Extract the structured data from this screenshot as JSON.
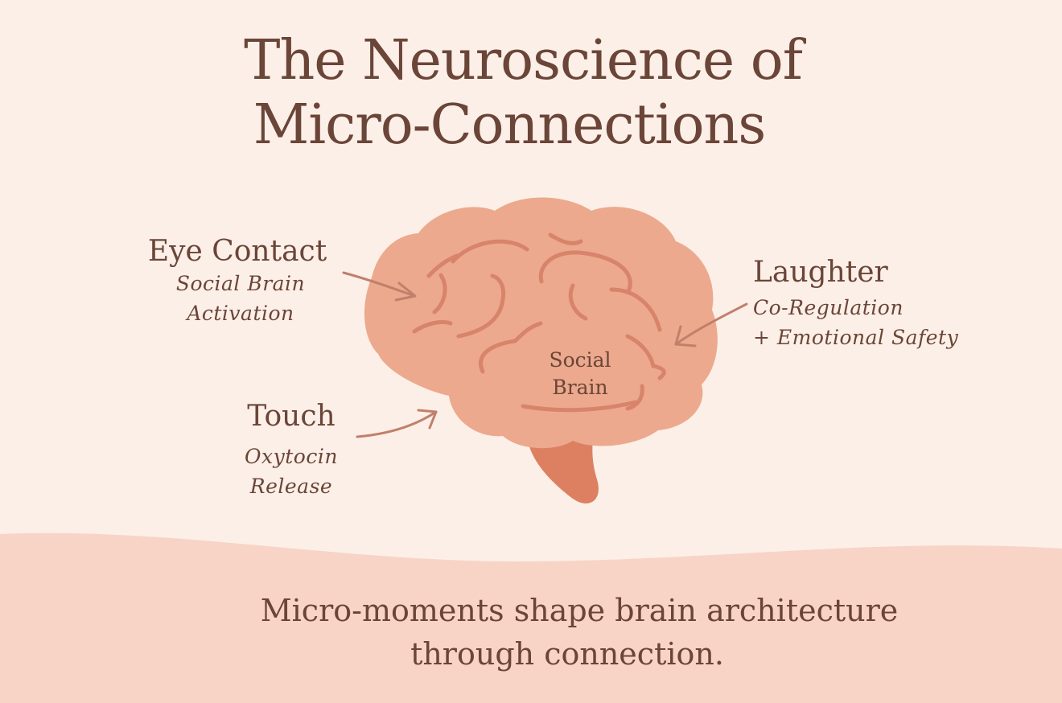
{
  "title": {
    "line1": "The Neuroscience of",
    "line2": "Micro-Connections"
  },
  "brain": {
    "region_line1": "Social",
    "region_line2": "Brain"
  },
  "labels": {
    "eye_contact": {
      "heading": "Eye Contact",
      "sub_line1": "Social Brain",
      "sub_line2": "Activation"
    },
    "laughter": {
      "heading": "Laughter",
      "sub_line1": "Co-Regulation",
      "sub_line2": "+ Emotional Safety"
    },
    "touch": {
      "heading": "Touch",
      "sub_line1": "Oxytocin",
      "sub_line2": "Release"
    }
  },
  "caption": {
    "line1": "Micro-moments shape brain architecture",
    "line2": "through connection."
  },
  "colors": {
    "background": "#fbeee6",
    "wave": "#f8d4c6",
    "brain": "#ecaa8e",
    "brain_folds": "#d9876a",
    "brainstem": "#dd8062",
    "text": "#6a4538",
    "arrows": "#c0806b"
  }
}
